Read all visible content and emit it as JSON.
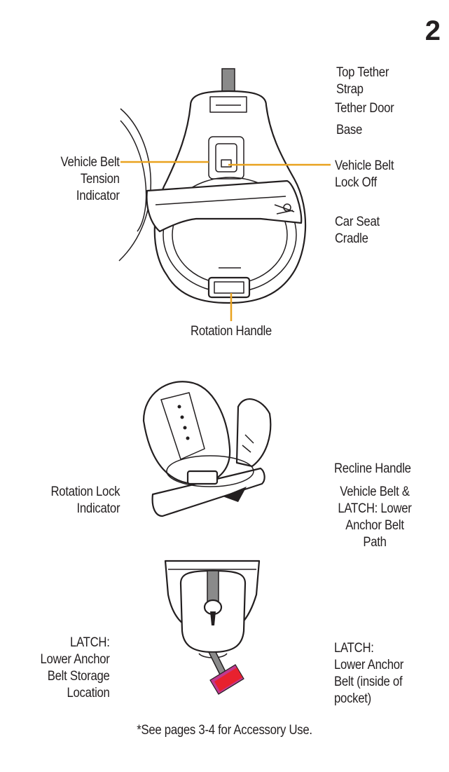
{
  "page_number": "2",
  "top_figure": {
    "labels": {
      "top_tether_strap": "Top Tether\nStrap",
      "tether_door": "Tether Door",
      "base": "Base",
      "vehicle_belt_lock_off": "Vehicle Belt\nLock Off",
      "car_seat_cradle": "Car Seat\nCradle",
      "vehicle_belt_tension_indicator": "Vehicle Belt\nTension\nIndicator",
      "rotation_handle": "Rotation Handle"
    }
  },
  "middle_figure": {
    "labels": {
      "recline_handle": "Recline Handle",
      "vehicle_belt_latch_path": "Vehicle Belt &\nLATCH: Lower\nAnchor Belt\nPath",
      "rotation_lock_indicator": "Rotation Lock\nIndicator"
    }
  },
  "bottom_figure": {
    "labels": {
      "latch_storage_location": "LATCH:\nLower Anchor\nBelt Storage\nLocation",
      "latch_belt_inside_pocket": "LATCH:\nLower Anchor\nBelt (inside of\npocket)"
    }
  },
  "footnote": "*See pages 3-4 for Accessory Use.",
  "colors": {
    "callout_line": "#e9a21f",
    "ink": "#231f20",
    "strap_grey": "#8a8a8a",
    "latch_clip_red": "#e8212e",
    "latch_clip_magenta": "#c0398f"
  }
}
